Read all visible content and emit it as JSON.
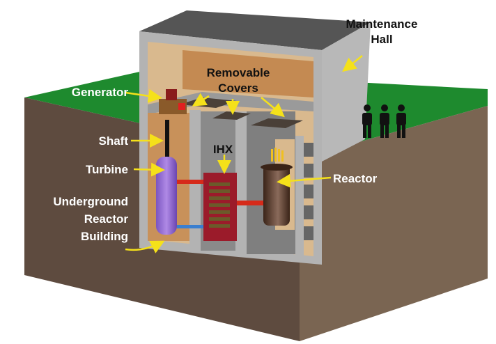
{
  "labels": {
    "maintenance_hall_1": "Maintenance",
    "maintenance_hall_2": "Hall",
    "removable_covers_1": "Removable",
    "removable_covers_2": "Covers",
    "generator": "Generator",
    "shaft": "Shaft",
    "turbine": "Turbine",
    "ihx": "IHX",
    "reactor": "Reactor",
    "underground_1": "Underground",
    "underground_2": "Reactor",
    "underground_3": "Building"
  },
  "colors": {
    "grass": "#1e8a2e",
    "soil_front": "#5e4b3f",
    "soil_side": "#7a6552",
    "concrete": "#b3b3b3",
    "roof": "#555555",
    "interior": "#c8915a",
    "arrow": "#f5e11a",
    "turbine": "#9a6fd0",
    "ihx": "#9b1b2a",
    "reactor": "#5a3a2c"
  }
}
